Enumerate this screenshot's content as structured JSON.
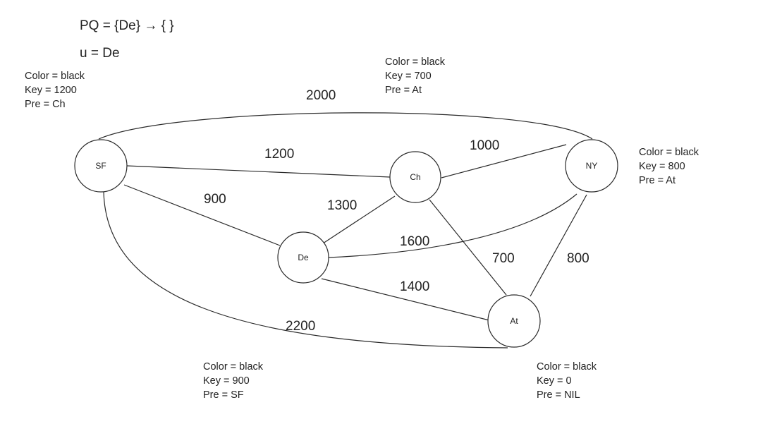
{
  "header": {
    "pq": "PQ = {De} → { }",
    "u": "u = De"
  },
  "nodes": {
    "SF": {
      "label": "SF",
      "color": "Color = black",
      "key": "Key = 1200",
      "pre": "Pre = Ch"
    },
    "Ch": {
      "label": "Ch",
      "color": "Color = black",
      "key": "Key = 700",
      "pre": "Pre = At"
    },
    "NY": {
      "label": "NY",
      "color": "Color = black",
      "key": "Key = 800",
      "pre": "Pre = At"
    },
    "De": {
      "label": "De",
      "color": "Color = black",
      "key": "Key = 900",
      "pre": "Pre = SF"
    },
    "At": {
      "label": "At",
      "color": "Color = black",
      "key": "Key = 0",
      "pre": "Pre = NIL"
    }
  },
  "edges": {
    "sf_ny": "2000",
    "sf_ch": "1200",
    "ch_ny": "1000",
    "sf_de": "900",
    "de_ch": "1300",
    "de_ny": "1600",
    "ch_at": "700",
    "ny_at": "800",
    "de_at": "1400",
    "sf_at": "2200"
  }
}
